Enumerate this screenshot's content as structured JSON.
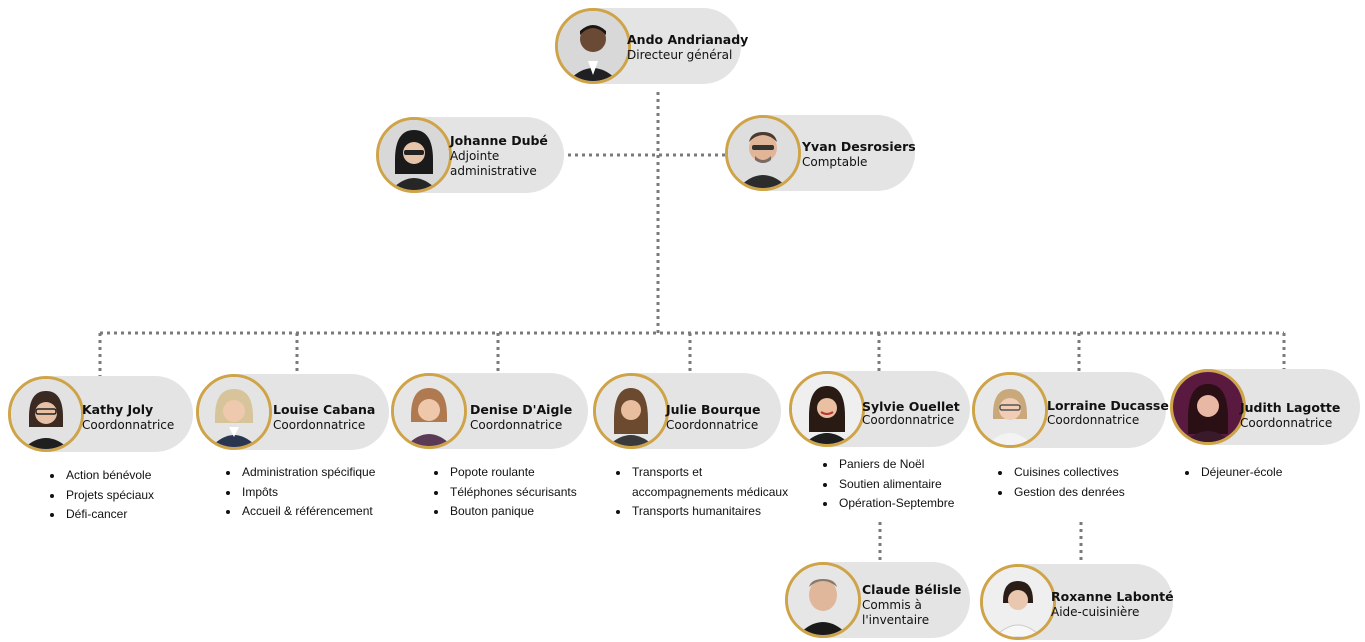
{
  "director": {
    "name": "Ando Andrianady",
    "role": "Directeur général"
  },
  "staff_left": {
    "name": "Johanne Dubé",
    "role_line1": "Adjointe",
    "role_line2": "administrative"
  },
  "staff_right": {
    "name": "Yvan Desrosiers",
    "role": "Comptable"
  },
  "coordinators": [
    {
      "name": "Kathy Joly",
      "role": "Coordonnatrice",
      "tasks": [
        "Action bénévole",
        "Projets spéciaux",
        "Défi-cancer"
      ]
    },
    {
      "name": "Louise Cabana",
      "role": "Coordonnatrice",
      "tasks": [
        "Administration spécifique",
        "Impôts",
        "Accueil & référencement"
      ]
    },
    {
      "name": "Denise D'Aigle",
      "role": "Coordonnatrice",
      "tasks": [
        "Popote roulante",
        "Téléphones sécurisants",
        "Bouton panique"
      ]
    },
    {
      "name": "Julie Bourque",
      "role": "Coordonnatrice",
      "tasks": [
        "Transports et",
        "accompagnements médicaux",
        "Transports humanitaires"
      ]
    },
    {
      "name": "Sylvie Ouellet",
      "role": "Coordonnatrice",
      "tasks": [
        "Paniers de Noël",
        "Soutien alimentaire",
        "Opération-Septembre"
      ]
    },
    {
      "name": "Lorraine Ducasse",
      "role": "Coordonnatrice",
      "tasks": [
        "Cuisines collectives",
        "Gestion des denrées"
      ]
    },
    {
      "name": "Judith Lagotte",
      "role": "Coordonnatrice",
      "tasks": [
        "Déjeuner-école"
      ]
    }
  ],
  "sub_staff": [
    {
      "name": "Claude Bélisle",
      "role_line1": "Commis à",
      "role_line2": "l'inventaire"
    },
    {
      "name": "Roxanne Labonté",
      "role": "Aide-cuisinière"
    }
  ],
  "colors": {
    "card": "#e4e4e4",
    "avatar_border": "#cfa448",
    "connector": "#7a7a7a"
  }
}
